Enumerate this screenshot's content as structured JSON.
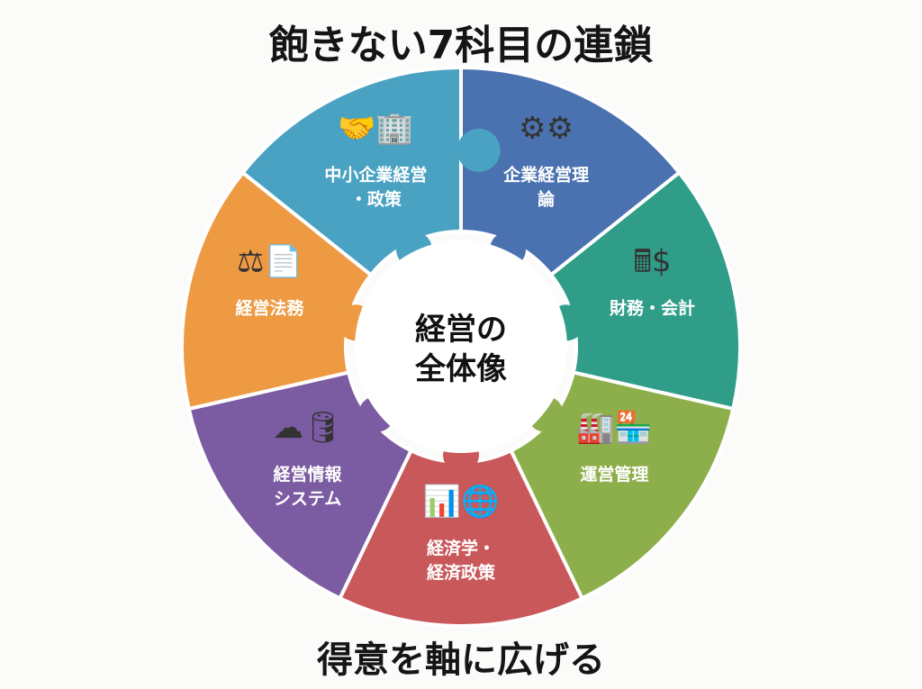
{
  "title": "飽きない7科目の連鎖",
  "subtitle": "得意を軸に広げる",
  "center": {
    "lines": [
      "経営の",
      "全体像"
    ]
  },
  "segments": [
    {
      "lines": [
        "企業経営理",
        "論"
      ],
      "color": "#4b72b0",
      "icon": "gears-icon"
    },
    {
      "lines": [
        "財務・会計"
      ],
      "color": "#2f9d88",
      "icon": "calculator-coin-icon"
    },
    {
      "lines": [
        "運営管理"
      ],
      "color": "#8daf4b",
      "icon": "factory-store-icon"
    },
    {
      "lines": [
        "経済学・",
        "経済政策"
      ],
      "color": "#c9585b",
      "icon": "chart-globe-icon"
    },
    {
      "lines": [
        "経営情報",
        "システム"
      ],
      "color": "#7b5ba1",
      "icon": "cloud-database-icon"
    },
    {
      "lines": [
        "経営法務"
      ],
      "color": "#ed9a42",
      "icon": "gavel-document-icon"
    },
    {
      "lines": [
        "中小企業経営",
        "・政策"
      ],
      "color": "#4aa2c2",
      "icon": "handshake-building-icon"
    }
  ]
}
